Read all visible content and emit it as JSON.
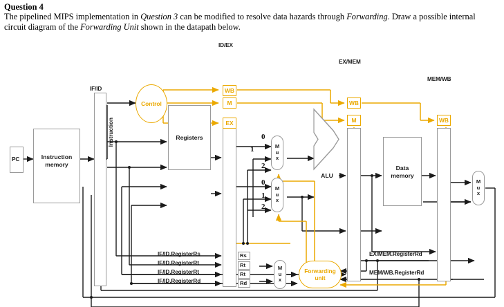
{
  "header": {
    "question_title": "Question 4",
    "line1_a": "The pipelined MIPS implementation in ",
    "line1_q": "Question 3",
    "line1_b": " can be modified to resolve data hazards through ",
    "line1_f": "Forwarding",
    "line1_c": ". Draw a",
    "line2_a": "possible internal circuit diagram of the ",
    "line2_f": "Forwarding Unit",
    "line2_b": " shown in the datapath below."
  },
  "diagram": {
    "title": "MIPS pipelined datapath with forwarding unit",
    "blocks": {
      "pc": "PC",
      "instruction_memory": "Instruction\nmemory",
      "instruction_memory_l1": "Instruction",
      "instruction_memory_l2": "memory",
      "registers": "Registers",
      "alu": "ALU",
      "data_memory_l1": "Data",
      "data_memory_l2": "memory",
      "control": "Control",
      "forwarding_unit_l1": "Forwarding",
      "forwarding_unit_l2": "unit",
      "instruction_bus": "Instruction"
    },
    "pipeline_registers": [
      {
        "name": "IF/ID",
        "label": "IF/ID"
      },
      {
        "name": "ID/EX",
        "label": "ID/EX"
      },
      {
        "name": "EX/MEM",
        "label": "EX/MEM"
      },
      {
        "name": "MEM/WB",
        "label": "MEM/WB"
      }
    ],
    "control_fields": {
      "idex_wb": "WB",
      "idex_m": "M",
      "idex_ex": "EX",
      "exmem_wb": "WB",
      "exmem_m": "M",
      "memwb_wb": "WB"
    },
    "muxes": [
      {
        "name": "alu-src-a-mux",
        "label_m": "M",
        "label_u": "u",
        "label_x": "x",
        "inputs": [
          "0",
          "1",
          "2"
        ]
      },
      {
        "name": "alu-src-b-mux",
        "label_m": "M",
        "label_u": "u",
        "label_x": "x",
        "inputs": [
          "0",
          "1",
          "2"
        ]
      },
      {
        "name": "reg-dst-mux",
        "label_m": "M",
        "label_u": "u",
        "label_x": "x",
        "inputs": []
      },
      {
        "name": "mem-to-reg-mux",
        "label_m": "M",
        "label_u": "u",
        "label_x": "x",
        "inputs": []
      }
    ],
    "mux_input_labels": {
      "a0": "0",
      "a1": "1",
      "a2": "2",
      "b0": "0",
      "b1": "1",
      "b2": "2"
    },
    "register_number_labels": [
      "IF/ID.RegisterRs",
      "IF/ID.RegisterRt",
      "IF/ID.RegisterRt",
      "IF/ID.RegisterRd"
    ],
    "idex_register_fields": [
      "Rs",
      "Rt",
      "Rt",
      "Rd"
    ],
    "bus_labels": [
      "EX/MEM.RegisterRd",
      "MEM/WB.RegisterRd"
    ]
  },
  "colors": {
    "control_orange": "#eba900",
    "wire_black": "#1b1b1b",
    "box_border": "#9a9a9a",
    "background": "#ffffff"
  }
}
